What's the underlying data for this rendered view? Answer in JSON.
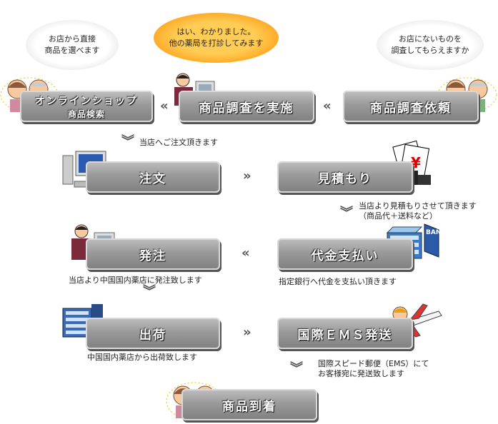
{
  "bubbles": {
    "left": [
      "お店から直接",
      "商品を選べます"
    ],
    "center": [
      "はい、わかりました。",
      "他の薬局を打診してみます"
    ],
    "right": [
      "お店にないものを",
      "調査してもらえますか"
    ]
  },
  "steps": {
    "online_shop": {
      "title": "オンラインショップ",
      "sub": "商品検索"
    },
    "survey_do": "商品調査を実施",
    "survey_request": "商品調査依頼",
    "order": "注文",
    "estimate": "見積もり",
    "place_order": "発注",
    "payment": "代金支払い",
    "ship": "出荷",
    "ems": "国際ＥＭＳ発送",
    "arrival": "商品到着"
  },
  "notes": {
    "order_note": "当店へご注文頂きます",
    "estimate_note": [
      "当店より見積もりさせて頂きます",
      "（商品代＋送料など）"
    ],
    "place_order_note": "当店より中国国内薬店に発注致します",
    "payment_note": "指定銀行へ代金を支払い頂きます",
    "ship_note": "中国国内薬店から出荷致します",
    "ems_note": [
      "国際スピード郵便（EMS）にて",
      "お客様宛に発送致します"
    ]
  },
  "bank_sign": "BANK",
  "arrows": {
    "left": "«",
    "right": "»",
    "down": "︾"
  },
  "colors": {
    "button": "#9a9a9a",
    "bubble_orange": "#ff9a10"
  }
}
